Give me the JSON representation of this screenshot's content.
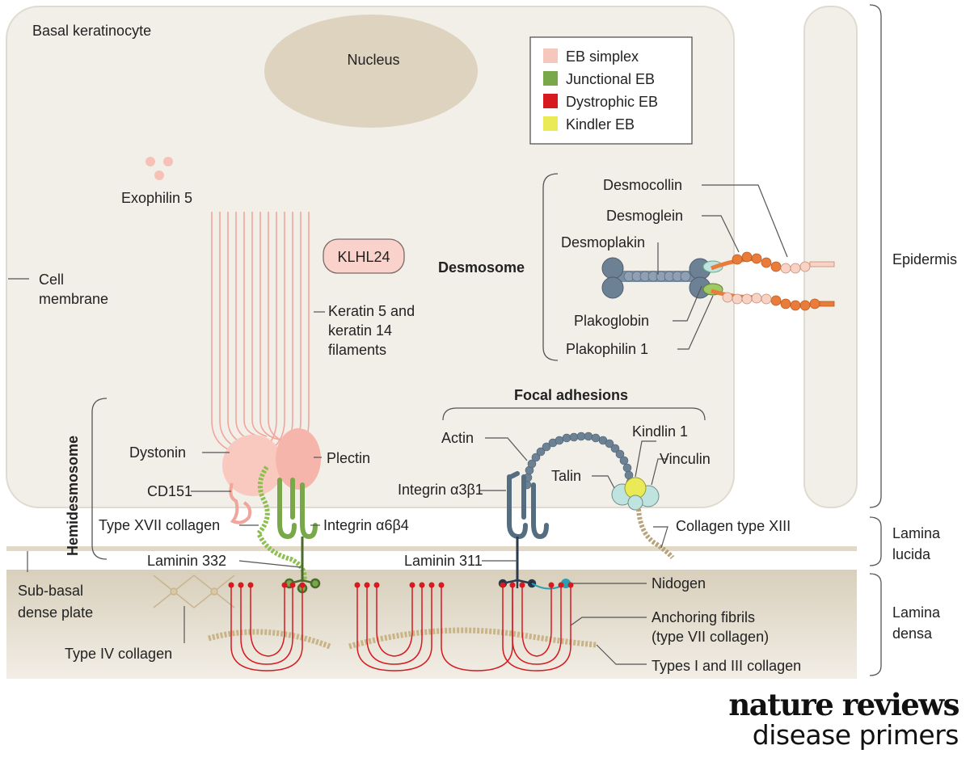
{
  "labels": {
    "basal_keratinocyte": "Basal keratinocyte",
    "nucleus": "Nucleus",
    "exophilin5": "Exophilin 5",
    "klhl24": "KLHL24",
    "keratin_line1": "Keratin 5 and",
    "keratin_line2": "keratin 14",
    "keratin_line3": "filaments",
    "cell_membrane_line1": "Cell",
    "cell_membrane_line2": "membrane",
    "desmosome": "Desmosome",
    "desmocollin": "Desmocollin",
    "desmoglein": "Desmoglein",
    "desmoplakin": "Desmoplakin",
    "plakoglobin": "Plakoglobin",
    "plakophilin1": "Plakophilin 1",
    "focal_adhesions": "Focal adhesions",
    "actin": "Actin",
    "kindlin1": "Kindlin 1",
    "talin": "Talin",
    "vinculin": "Vinculin",
    "integrin_a3b1": "Integrin α3β1",
    "collagen_xiii": "Collagen type XIII",
    "laminin311": "Laminin 311",
    "nidogen": "Nidogen",
    "hemidesmosome": "Hemidesmosome",
    "dystonin": "Dystonin",
    "plectin": "Plectin",
    "cd151": "CD151",
    "type_xvii_collagen": "Type XVII collagen",
    "integrin_a6b4": "Integrin α6β4",
    "laminin332": "Laminin 332",
    "sub_basal_line1": "Sub-basal",
    "sub_basal_line2": "dense plate",
    "type_iv_collagen": "Type IV collagen",
    "anchoring_line1": "Anchoring fibrils",
    "anchoring_line2": "(type VII collagen)",
    "types_i_iii": "Types I and III collagen",
    "epidermis": "Epidermis",
    "lamina_lucida_line1": "Lamina",
    "lamina_lucida_line2": "lucida",
    "lamina_densa_line1": "Lamina",
    "lamina_densa_line2": "densa"
  },
  "legend": {
    "items": [
      {
        "label": "EB simplex",
        "color": "#f6c7bd"
      },
      {
        "label": "Junctional EB",
        "color": "#79a84a"
      },
      {
        "label": "Dystrophic EB",
        "color": "#d71920"
      },
      {
        "label": "Kindler EB",
        "color": "#eaea57"
      }
    ]
  },
  "brand": {
    "line1": "nature reviews",
    "line2": "disease primers"
  },
  "colors": {
    "cell_fill": "#f2efe9",
    "nucleus": "#ddd3bf",
    "lamina_lucida": "#e1d8c5",
    "lamina_densa": "#e2dac9",
    "keratin": "#f1a59b",
    "desmosome_blue": "#7a8ea1",
    "orange": "#e97c3a",
    "integrin_green": "#79a84a",
    "integrin_blue": "#556d80",
    "anchoring_red": "#d71920",
    "kindlin_yellow": "#eaea57",
    "talin_cyan": "#bfe3df"
  }
}
